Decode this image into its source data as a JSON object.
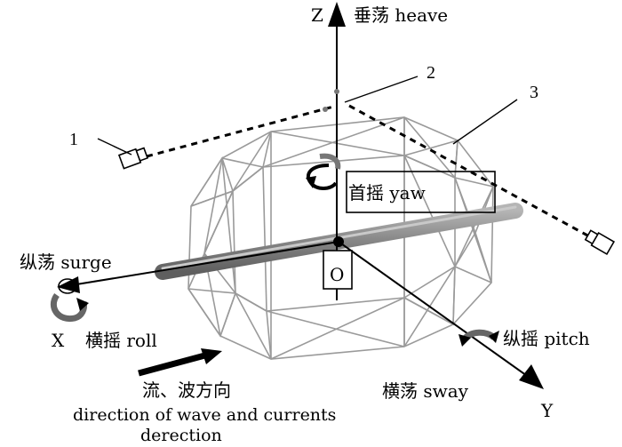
{
  "labels": {
    "z_axis": "Z",
    "heave": "垂荡 heave",
    "yaw": "首摇 yaw",
    "surge": "纵荡 surge",
    "x_axis": "X",
    "roll": "横摇 roll",
    "pitch": "纵摇 pitch",
    "sway": "横荡 sway",
    "y_axis": "Y",
    "origin": "O",
    "wave_cn": "流、波方向",
    "wave_en_line1": "direction of wave and currents",
    "wave_en_line2": "derection"
  },
  "callouts": [
    "1",
    "2",
    "3"
  ],
  "colors": {
    "frame": "#9a9a9a",
    "cylinder": "#7f7f7f",
    "line": "#000000"
  },
  "icons": [
    "rotation-arrow-icon",
    "camera-icon"
  ]
}
